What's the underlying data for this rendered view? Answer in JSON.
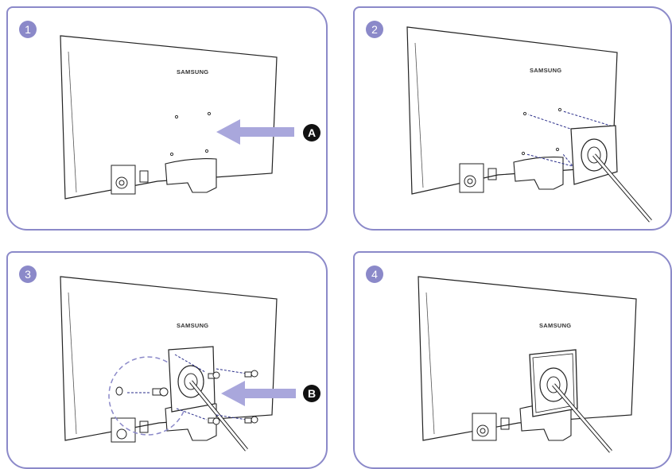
{
  "brand": "SAMSUNG",
  "steps": [
    {
      "number": "1",
      "callout": "A"
    },
    {
      "number": "2"
    },
    {
      "number": "3",
      "callout": "B"
    },
    {
      "number": "4"
    }
  ],
  "colors": {
    "frame": "#8b89c9",
    "arrow": "#a9a7dc",
    "guide": "#2a2e8a",
    "ink": "#222222"
  }
}
